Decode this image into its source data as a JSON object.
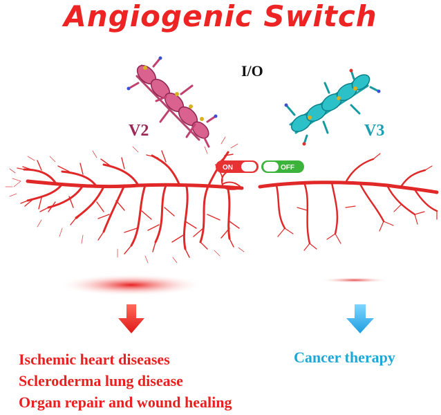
{
  "title": "Angiogenic Switch",
  "io_label": "I/O",
  "peptides": {
    "left": {
      "label": "V2",
      "color": "#9a2a55"
    },
    "right": {
      "label": "V3",
      "color": "#1aa0b0"
    }
  },
  "switch": {
    "on_label": "ON",
    "off_label": "OFF",
    "on_color": "#e63232",
    "off_color": "#3cb43c"
  },
  "vessel_color": "#e02828",
  "applications": {
    "left": [
      "Ischemic heart diseases",
      "Scleroderma lung disease",
      "Organ repair and wound healing"
    ],
    "right": "Cancer therapy",
    "left_color": "#ea2020",
    "right_color": "#1ea8d8"
  }
}
